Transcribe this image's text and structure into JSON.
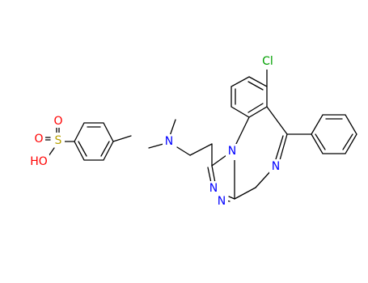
{
  "molecules": [
    {
      "name": "p-toluenesulfonic acid",
      "atom_labels": {
        "S": "S",
        "O1": "O",
        "O2": "O",
        "OH": "HO"
      }
    },
    {
      "name": "triazolobenzodiazepine",
      "atom_labels": {
        "Cl": "Cl",
        "N_dm": "N",
        "N_amine": "N",
        "N_1": "N",
        "N_2": "N",
        "N_3": "N"
      }
    }
  ],
  "colors": {
    "carbon_bond": "#000000",
    "O": "#ff0000",
    "S": "#b8a000",
    "N": "#0000ff",
    "Cl": "#00a000",
    "H": "#ff0000"
  }
}
